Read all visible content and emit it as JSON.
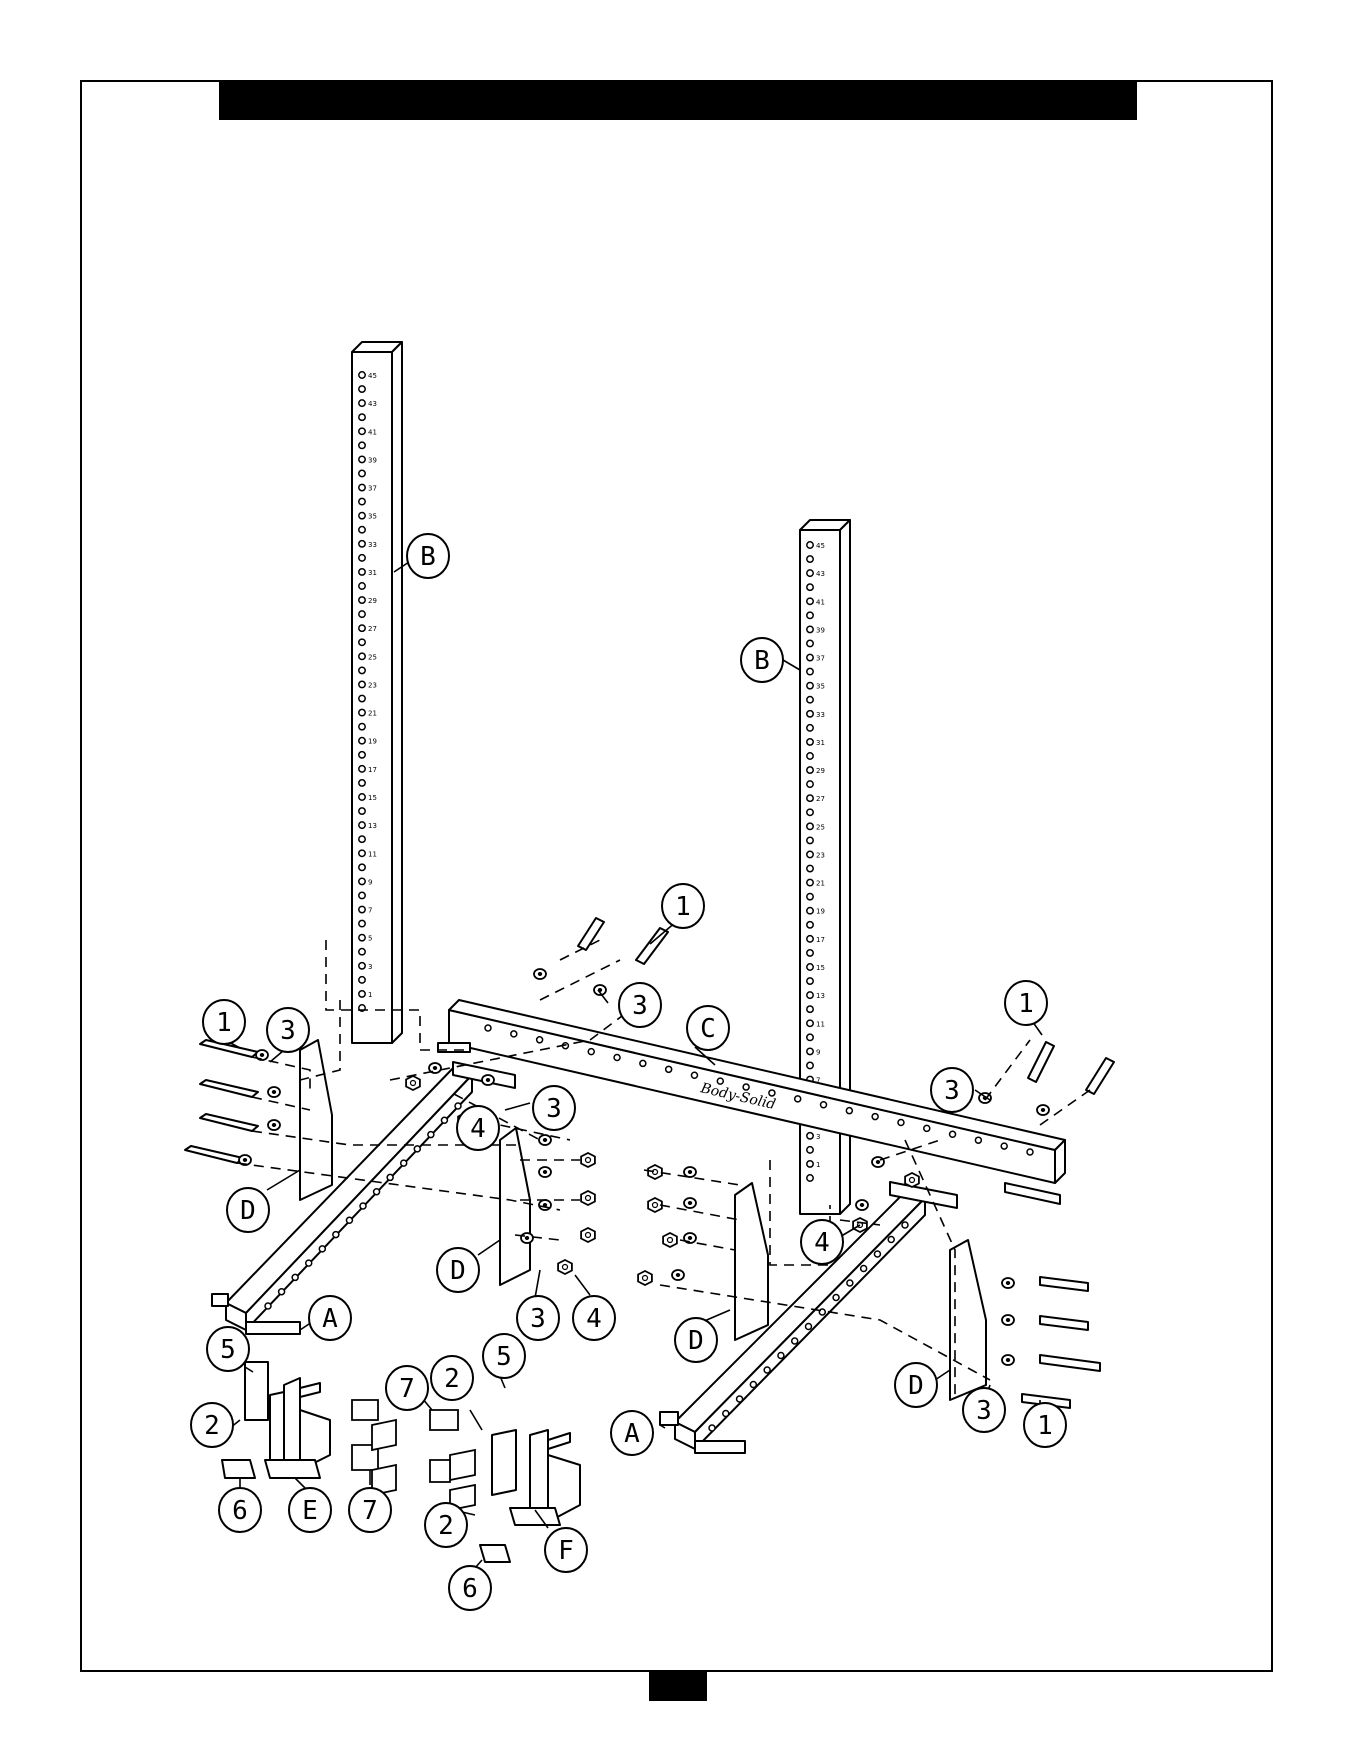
{
  "colors": {
    "ink": "#000000",
    "paper": "#ffffff"
  },
  "callouts": [
    {
      "id": "label-B-left",
      "text": "B"
    },
    {
      "id": "label-B-right",
      "text": "B"
    },
    {
      "id": "label-C",
      "text": "C"
    },
    {
      "id": "label-1-top",
      "text": "1"
    },
    {
      "id": "label-3-top",
      "text": "3"
    },
    {
      "id": "label-1-right",
      "text": "1"
    },
    {
      "id": "label-3-right",
      "text": "3"
    },
    {
      "id": "label-1-left",
      "text": "1"
    },
    {
      "id": "label-3-left",
      "text": "3"
    },
    {
      "id": "label-3-mid",
      "text": "3"
    },
    {
      "id": "label-4-mid",
      "text": "4"
    },
    {
      "id": "label-D-left",
      "text": "D"
    },
    {
      "id": "label-D-center",
      "text": "D"
    },
    {
      "id": "label-3-lower",
      "text": "3"
    },
    {
      "id": "label-4-lower",
      "text": "4"
    },
    {
      "id": "label-A-left",
      "text": "A"
    },
    {
      "id": "label-4-right",
      "text": "4"
    },
    {
      "id": "label-D-inner",
      "text": "D"
    },
    {
      "id": "label-D-outer",
      "text": "D"
    },
    {
      "id": "label-3-bottom",
      "text": "3"
    },
    {
      "id": "label-1-bottom",
      "text": "1"
    },
    {
      "id": "label-A-right",
      "text": "A"
    },
    {
      "id": "label-5-left",
      "text": "5"
    },
    {
      "id": "label-2-left",
      "text": "2"
    },
    {
      "id": "label-6-left",
      "text": "6"
    },
    {
      "id": "label-E",
      "text": "E"
    },
    {
      "id": "label-7-bottom",
      "text": "7"
    },
    {
      "id": "label-7-top",
      "text": "7"
    },
    {
      "id": "label-2-mid",
      "text": "2"
    },
    {
      "id": "label-5-right",
      "text": "5"
    },
    {
      "id": "label-2-right",
      "text": "2"
    },
    {
      "id": "label-6-right",
      "text": "6"
    },
    {
      "id": "label-F",
      "text": "F"
    }
  ],
  "upright_hole_numbers": [
    "45",
    "43",
    "41",
    "39",
    "37",
    "35",
    "33",
    "31",
    "29",
    "27",
    "25",
    "23",
    "21",
    "19",
    "17",
    "15",
    "13",
    "11",
    "9",
    "7",
    "5",
    "3",
    "1"
  ]
}
